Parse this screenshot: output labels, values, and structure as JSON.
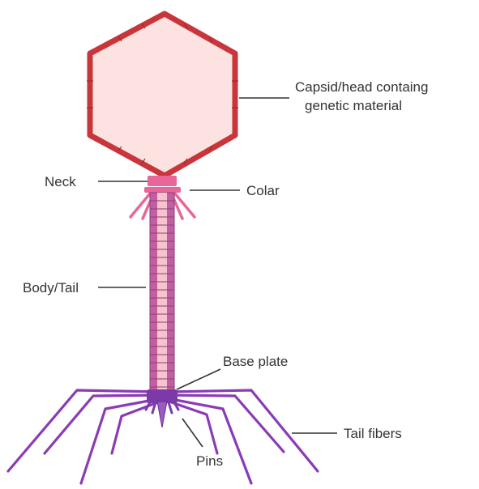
{
  "labels": {
    "capsid_line1": "Capsid/head containg",
    "capsid_line2": "genetic material",
    "neck": "Neck",
    "colar": "Colar",
    "body_tail": "Body/Tail",
    "base_plate": "Base plate",
    "tail_fibers": "Tail fibers",
    "pins": "Pins"
  },
  "colors": {
    "capsid_stroke": "#c8363b",
    "capsid_fill": "#fde2e2",
    "collar": "#e8669a",
    "tail_stroke": "#b0548f",
    "tail_fill": "#f7b8c6",
    "fibers": "#8a3bb5",
    "base_plate": "#7b3aa8"
  }
}
